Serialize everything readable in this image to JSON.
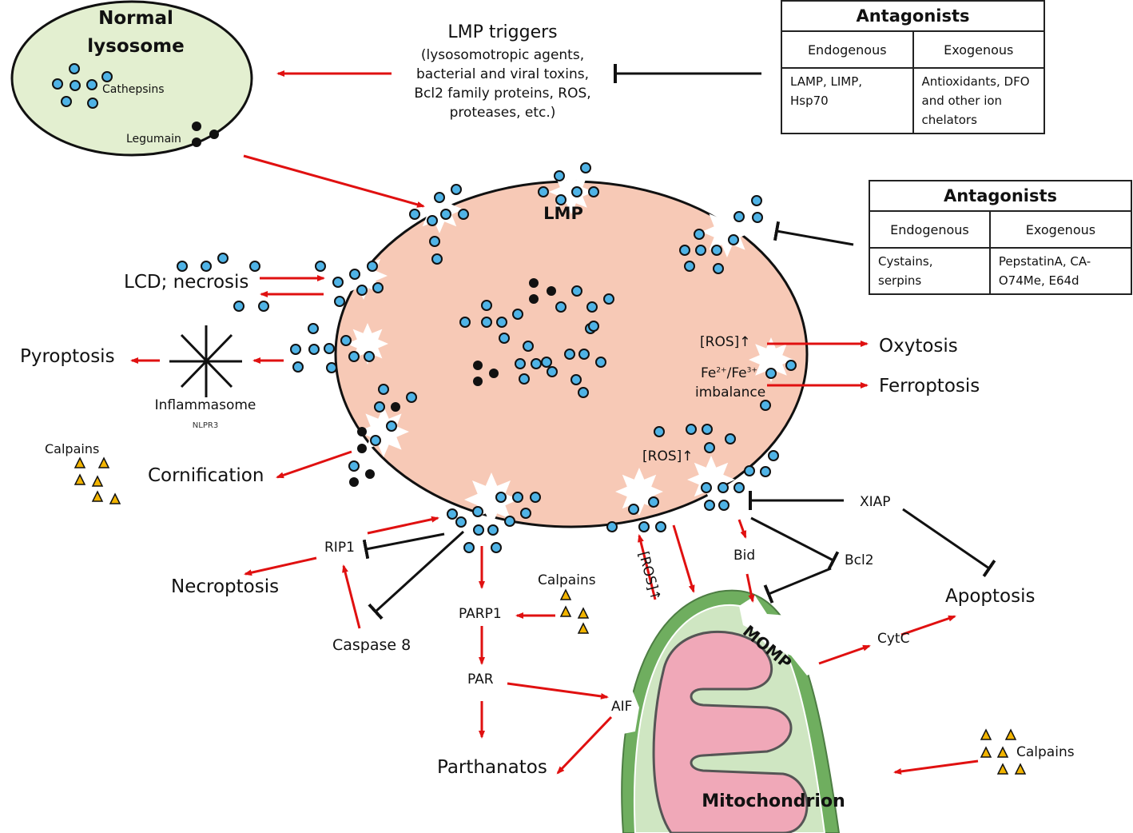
{
  "normal_lysosome": {
    "title_line1": "Normal",
    "title_line2": "lysosome",
    "cathepsins_label": "Cathepsins",
    "legumain_label": "Legumain"
  },
  "lmp_triggers": {
    "title": "LMP triggers",
    "lines": [
      "(lysosomotropic agents,",
      "bacterial and viral toxins,",
      "Bcl2 family proteins, ROS,",
      "proteases, etc.)"
    ]
  },
  "antagonists_top": {
    "title": "Antagonists",
    "col1_header": "Endogenous",
    "col2_header": "Exogenous",
    "col1_lines": [
      "LAMP, LIMP,",
      "Hsp70"
    ],
    "col2_lines": [
      "Antioxidants, DFO",
      "and other ion",
      "chelators"
    ]
  },
  "antagonists_right": {
    "title": "Antagonists",
    "col1_header": "Endogenous",
    "col2_header": "Exogenous",
    "col1_lines": [
      "Cystains,",
      "serpins"
    ],
    "col2_lines": [
      "PepstatinA, CA-",
      "O74Me, E64d"
    ]
  },
  "lysosome": {
    "label": "LMP"
  },
  "pathways": {
    "lcd_necrosis": "LCD; necrosis",
    "pyroptosis": "Pyroptosis",
    "inflammasome": "Inflammasome",
    "nlpr3": "NLPR3",
    "calpains_left": "Calpains",
    "cornification": "Cornification",
    "oxytosis": "Oxytosis",
    "ferroptosis": "Ferroptosis",
    "ros_up_right": "[ROS]↑",
    "fe_prefix": "Fe",
    "fe_sup1": "2+",
    "fe_mid": "/Fe",
    "fe_sup2": "3+",
    "imbalance": "imbalance",
    "ros_up_bottom": "[ROS]↑",
    "ros_up_rotated": "[ROS]↑",
    "rip1": "RIP1",
    "necroptosis": "Necroptosis",
    "caspase8": "Caspase 8",
    "parp1": "PARP1",
    "calpains_mid": "Calpains",
    "par": "PAR",
    "parthanatos": "Parthanatos",
    "aif": "AIF",
    "bid": "Bid",
    "bcl2": "Bcl2",
    "xiap": "XIAP",
    "apoptosis": "Apoptosis",
    "cytc": "CytC",
    "momp": "MOMP",
    "mitochondrion": "Mitochondrion",
    "calpains_right": "Calpains"
  },
  "colors": {
    "normal_lysosome_fill": "#e3efd0",
    "lysosome_fill": "#f7c9b6",
    "cathepsin_blue": "#4fb3e6",
    "legumain_black": "#111111",
    "calpain_yellow": "#f2b400",
    "activation_arrow": "#e01010",
    "inhibition_line": "#111111",
    "mito_outer": "#6fae5f",
    "mito_matrix": "#cfe6c2",
    "mito_cristae": "#f0a8b8"
  }
}
